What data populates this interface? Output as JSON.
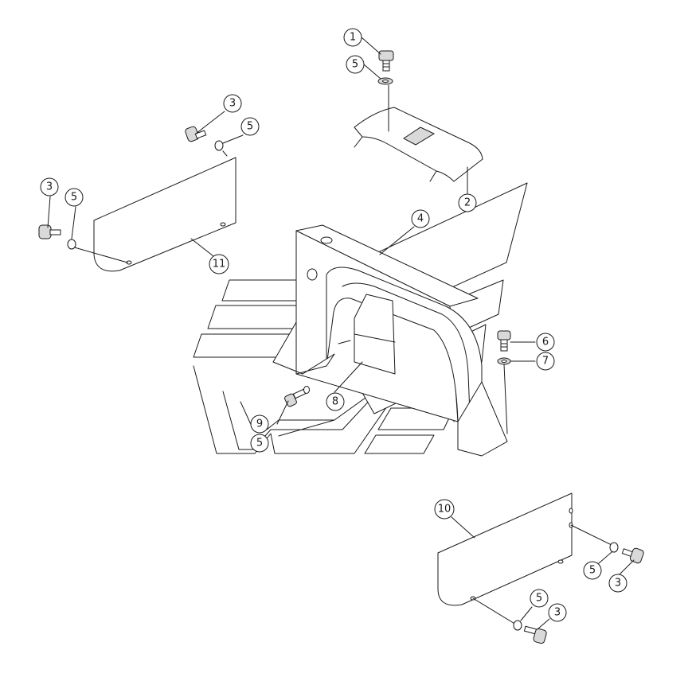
{
  "callouts": [
    {
      "id": "c1",
      "label": "1"
    },
    {
      "id": "c5a",
      "label": "5"
    },
    {
      "id": "c3a",
      "label": "3"
    },
    {
      "id": "c5b",
      "label": "5"
    },
    {
      "id": "c3b",
      "label": "3"
    },
    {
      "id": "c5c",
      "label": "5"
    },
    {
      "id": "c2",
      "label": "2"
    },
    {
      "id": "c4",
      "label": "4"
    },
    {
      "id": "c11",
      "label": "11"
    },
    {
      "id": "c6",
      "label": "6"
    },
    {
      "id": "c7",
      "label": "7"
    },
    {
      "id": "c8",
      "label": "8"
    },
    {
      "id": "c9",
      "label": "9"
    },
    {
      "id": "c5d",
      "label": "5"
    },
    {
      "id": "c10",
      "label": "10"
    },
    {
      "id": "c5e",
      "label": "5"
    },
    {
      "id": "c3c",
      "label": "3"
    },
    {
      "id": "c5f",
      "label": "5"
    },
    {
      "id": "c3d",
      "label": "3"
    }
  ]
}
